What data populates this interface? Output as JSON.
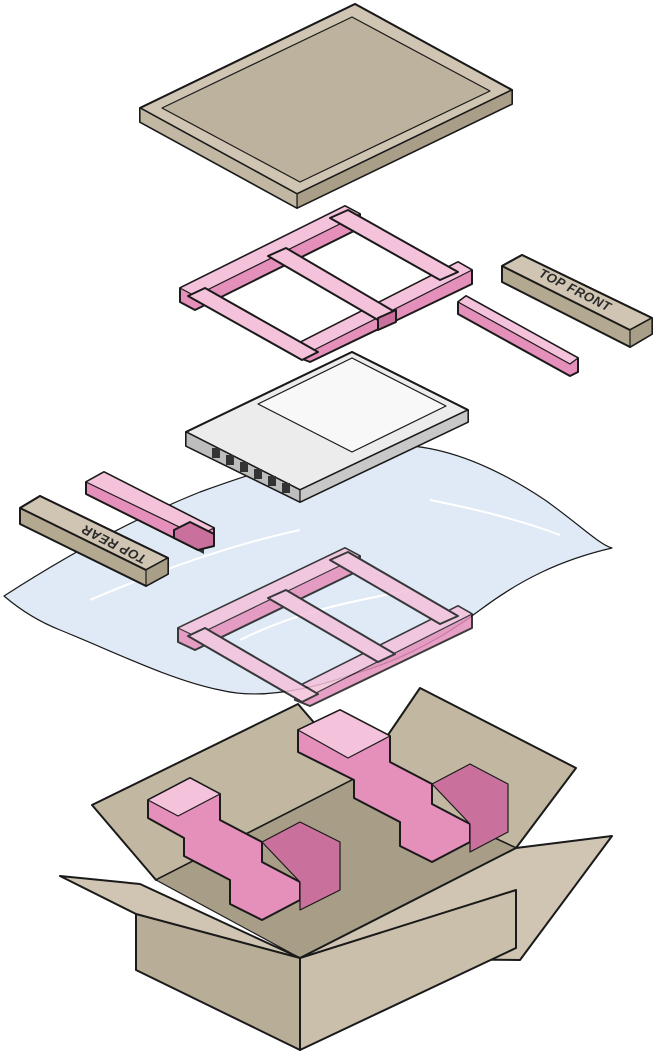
{
  "labels": {
    "top_front": "TOP FRONT",
    "top_rear": "TOP REAR"
  },
  "colors": {
    "cardboard_top": "#cfc5b2",
    "cardboard_side": "#b8ad97",
    "cardboard_dark": "#9d937f",
    "foam_light": "#f2b8d4",
    "foam_mid": "#e58fbb",
    "foam_dark": "#c9709d",
    "bag": "#dde8f5",
    "chassis_top": "#ececec",
    "chassis_side": "#d6d6d6"
  },
  "icons": [
    "lid",
    "foam-frame",
    "foam-end-cap",
    "server-chassis",
    "antistatic-bag",
    "shipping-box"
  ]
}
